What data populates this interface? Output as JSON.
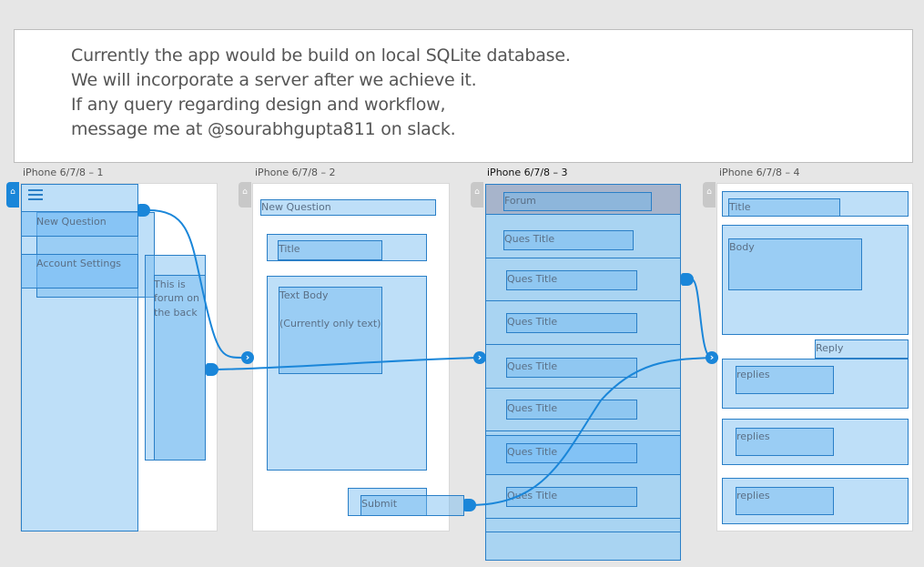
{
  "note": {
    "line1": "Currently the app would be build on local SQLite database.",
    "line2": "We will incorporate a server after we achieve it.",
    "line3": "If any query regarding design and workflow,",
    "line4": "message me at @sourabhgupta811 on slack."
  },
  "boards": [
    {
      "label": "iPhone 6/7/8 – 1"
    },
    {
      "label": "iPhone 6/7/8 – 2"
    },
    {
      "label": "iPhone 6/7/8 – 3"
    },
    {
      "label": "iPhone 6/7/8 – 4"
    }
  ],
  "screen1": {
    "menu_icon": "hamburger-icon",
    "new_question": "New Question",
    "account_settings": "Account Settings",
    "forum_text_1": "This is",
    "forum_text_2": "forum on",
    "forum_text_3": "the back"
  },
  "screen2": {
    "new_question": "New Question",
    "title": "Title",
    "text_body": "Text Body",
    "text_note": "(Currently only text)",
    "submit": "Submit"
  },
  "screen3": {
    "forum": "Forum",
    "items": [
      "Ques Title",
      "Ques Title",
      "Ques Title",
      "Ques Title",
      "Ques Title",
      "Ques Title",
      "Ques Title"
    ]
  },
  "screen4": {
    "title": "Title",
    "body": "Body",
    "reply": "Reply",
    "replies": [
      "replies",
      "replies",
      "replies"
    ]
  },
  "colors": {
    "accent": "#1a86d9",
    "box_fill": "#8ec8f2",
    "box_border": "#2a7fc7"
  },
  "icons": {
    "home": "home-icon",
    "link_start": "connector-dot-icon",
    "link_end": "chevron-right-icon"
  }
}
